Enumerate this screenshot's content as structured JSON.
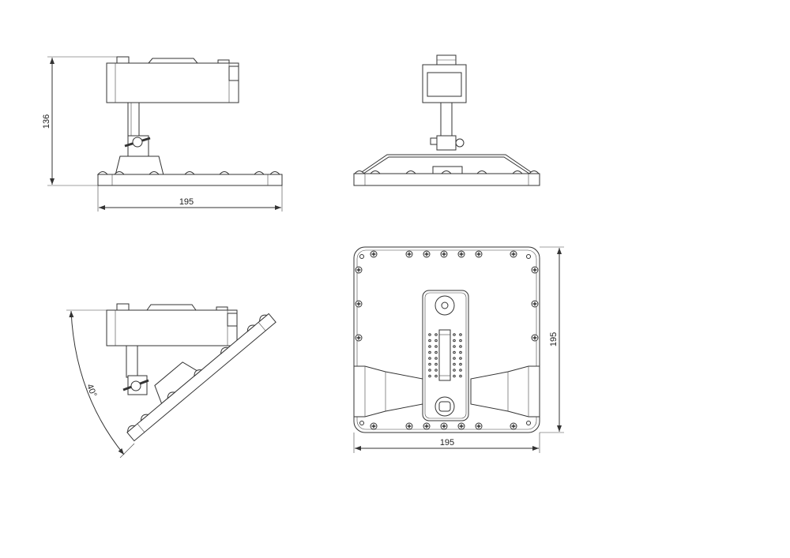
{
  "drawing": {
    "views": [
      {
        "name": "front-view",
        "dimensions": {
          "height": "136",
          "width": "195"
        }
      },
      {
        "name": "side-view"
      },
      {
        "name": "tilted-view",
        "dimensions": {
          "angle": "40°"
        }
      },
      {
        "name": "bottom-view",
        "dimensions": {
          "height": "195",
          "width": "195"
        }
      }
    ],
    "line_color": "#333333"
  }
}
